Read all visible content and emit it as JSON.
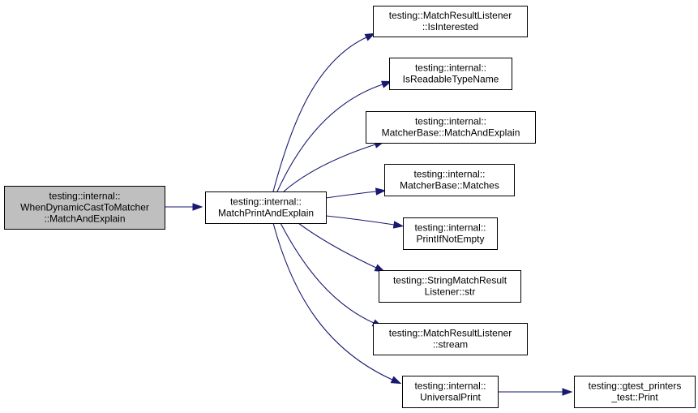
{
  "graph": {
    "colors": {
      "edge": "#191970",
      "root_fill": "#bfbfbf",
      "node_fill": "#ffffff",
      "border": "#000000"
    },
    "nodes": [
      {
        "id": "root",
        "lines": [
          "testing::internal::",
          "WhenDynamicCastToMatcher",
          "::MatchAndExplain"
        ]
      },
      {
        "id": "mpae",
        "lines": [
          "testing::internal::",
          "MatchPrintAndExplain"
        ]
      },
      {
        "id": "isint",
        "lines": [
          "testing::MatchResultListener",
          "::IsInterested"
        ]
      },
      {
        "id": "readable",
        "lines": [
          "testing::internal::",
          "IsReadableTypeName"
        ]
      },
      {
        "id": "mbmae",
        "lines": [
          "testing::internal::",
          "MatcherBase::MatchAndExplain"
        ]
      },
      {
        "id": "mbm",
        "lines": [
          "testing::internal::",
          "MatcherBase::Matches"
        ]
      },
      {
        "id": "pine",
        "lines": [
          "testing::internal::",
          "PrintIfNotEmpty"
        ]
      },
      {
        "id": "smrl",
        "lines": [
          "testing::StringMatchResult",
          "Listener::str"
        ]
      },
      {
        "id": "mrls",
        "lines": [
          "testing::MatchResultListener",
          "::stream"
        ]
      },
      {
        "id": "up",
        "lines": [
          "testing::internal::",
          "UniversalPrint"
        ]
      },
      {
        "id": "gpt",
        "lines": [
          "testing::gtest_printers",
          "_test::Print"
        ]
      }
    ],
    "edges": [
      {
        "from": "root",
        "to": "mpae"
      },
      {
        "from": "mpae",
        "to": "isint"
      },
      {
        "from": "mpae",
        "to": "readable"
      },
      {
        "from": "mpae",
        "to": "mbmae"
      },
      {
        "from": "mpae",
        "to": "mbm"
      },
      {
        "from": "mpae",
        "to": "pine"
      },
      {
        "from": "mpae",
        "to": "smrl"
      },
      {
        "from": "mpae",
        "to": "mrls"
      },
      {
        "from": "mpae",
        "to": "up"
      },
      {
        "from": "up",
        "to": "gpt"
      }
    ]
  }
}
